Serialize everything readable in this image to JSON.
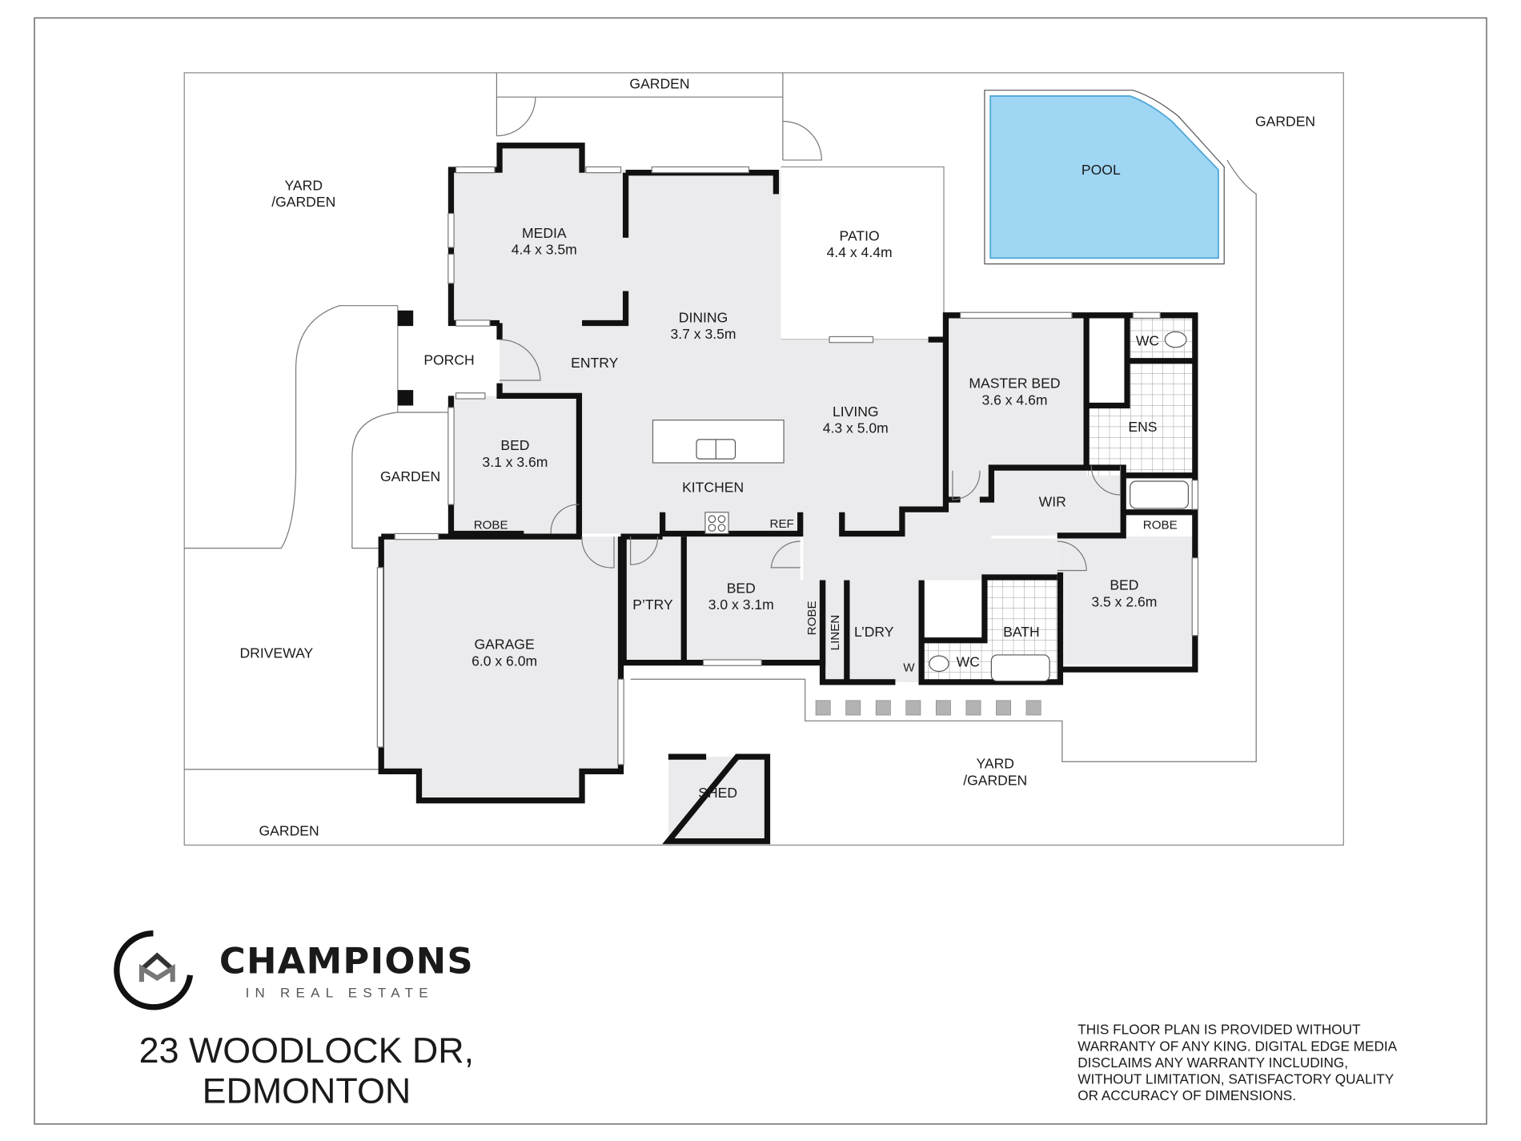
{
  "plan": {
    "outside": {
      "garden_top": "GARDEN",
      "yard_garden_nw_1": "YARD",
      "yard_garden_nw_2": "/GARDEN",
      "garden_ne": "GARDEN",
      "pool": "POOL",
      "garden_w": "GARDEN",
      "driveway": "DRIVEWAY",
      "garden_bottom": "GARDEN",
      "yard_garden_s_1": "YARD",
      "yard_garden_s_2": "/GARDEN",
      "shed": "SHED",
      "porch": "PORCH",
      "patio": "PATIO",
      "patio_size": "4.4 x 4.4m"
    },
    "rooms": {
      "media": "MEDIA",
      "media_size": "4.4 x 3.5m",
      "dining": "DINING",
      "dining_size": "3.7 x 3.5m",
      "entry": "ENTRY",
      "living": "LIVING",
      "living_size": "4.3 x 5.0m",
      "kitchen": "KITCHEN",
      "ref": "REF",
      "bed1": "BED",
      "bed1_size": "3.1 x 3.6m",
      "robe1": "ROBE",
      "garage": "GARAGE",
      "garage_size": "6.0 x 6.0m",
      "pantry": "P’TRY",
      "bed2": "BED",
      "bed2_size": "3.0 x 3.1m",
      "robe2": "ROBE",
      "linen": "LINEN",
      "laundry": "L’DRY",
      "w": "W",
      "wc1": "WC",
      "bath": "BATH",
      "master": "MASTER BED",
      "master_size": "3.6 x 4.6m",
      "wc2": "WC",
      "ens": "ENS",
      "wir": "WIR",
      "robe3": "ROBE",
      "bed3": "BED",
      "bed3_size": "3.5 x 2.6m"
    }
  },
  "brand": {
    "name": "CHAMPIONS",
    "tagline": "IN REAL ESTATE"
  },
  "address": {
    "line1": "23 WOODLOCK DR,",
    "line2": "EDMONTON"
  },
  "disclaimer": [
    "THIS FLOOR PLAN IS PROVIDED WITHOUT",
    "WARRANTY OF ANY KING. DIGITAL EDGE MEDIA",
    "DISCLAIMS ANY WARRANTY INCLUDING,",
    "WITHOUT LIMITATION, SATISFACTORY QUALITY",
    "OR ACCURACY OF DIMENSIONS."
  ],
  "colors": {
    "pool": "#9fd6f3",
    "room_fill": "#ebebee",
    "wall": "#111111"
  }
}
